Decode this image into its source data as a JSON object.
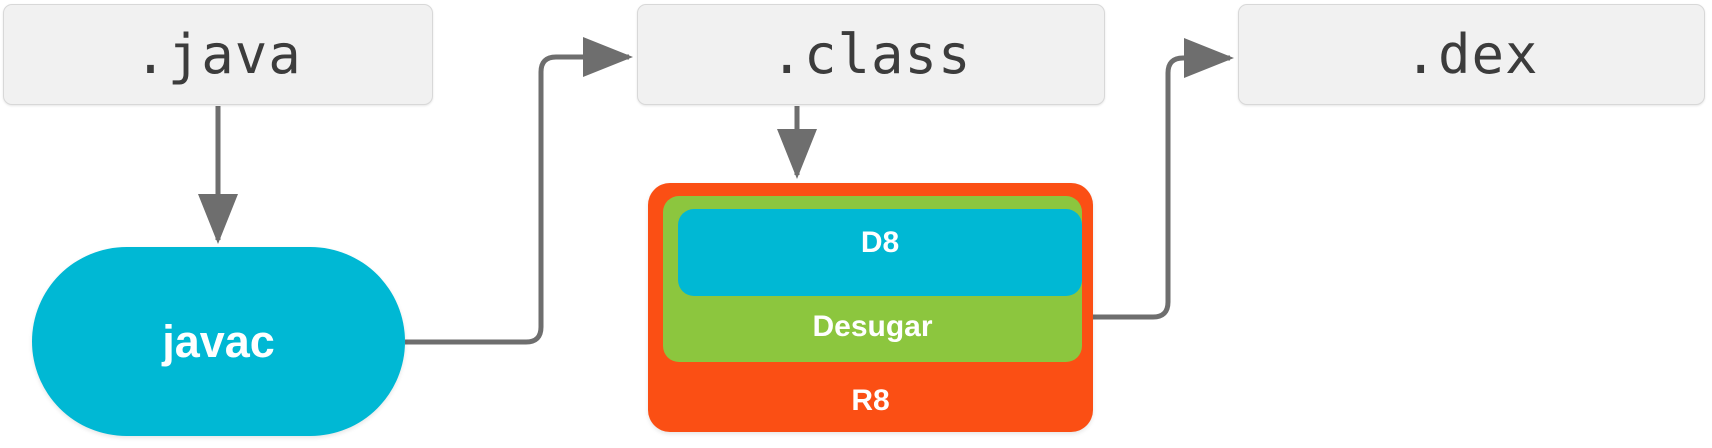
{
  "diagram": {
    "title": "Java to DEX compilation pipeline",
    "background_color": "#ffffff",
    "connector_color": "#6e6e6e"
  },
  "nodes": {
    "java_file": {
      "label": ".java",
      "kind": "file-box",
      "fill": "#f1f1f1",
      "border": "#d8d8d8",
      "text_color": "#3c3c3c"
    },
    "class_file": {
      "label": ".class",
      "kind": "file-box",
      "fill": "#f1f1f1",
      "border": "#d8d8d8",
      "text_color": "#3c3c3c"
    },
    "dex_file": {
      "label": ".dex",
      "kind": "file-box",
      "fill": "#f1f1f1",
      "border": "#d8d8d8",
      "text_color": "#3c3c3c"
    },
    "javac": {
      "label": "javac",
      "kind": "pill",
      "fill": "#00b8d4",
      "text_color": "#ffffff"
    },
    "r8": {
      "label": "R8",
      "kind": "rounded-container",
      "fill": "#fb4f14",
      "text_color": "#ffffff"
    },
    "desugar": {
      "label": "Desugar",
      "kind": "rounded-container",
      "fill": "#8cc63e",
      "text_color": "#ffffff"
    },
    "d8": {
      "label": "D8",
      "kind": "rounded-container",
      "fill": "#00b8d4",
      "text_color": "#ffffff"
    }
  },
  "edges": [
    {
      "name": "java-to-javac",
      "from": ".java",
      "to": "javac",
      "label": ""
    },
    {
      "name": "javac-to-class",
      "from": "javac",
      "to": ".class",
      "label": ""
    },
    {
      "name": "class-to-d8",
      "from": ".class",
      "to": "D8",
      "label": ""
    },
    {
      "name": "r8-to-dex",
      "from": "R8",
      "to": ".dex",
      "label": ""
    }
  ]
}
